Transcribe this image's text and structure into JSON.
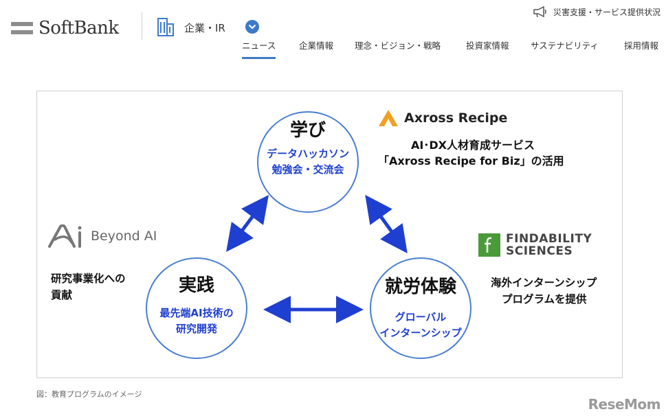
{
  "header": {
    "brand": "SoftBank",
    "section_label": "企業・IR",
    "disaster_link": "災害支援・サービス提供状況"
  },
  "nav": {
    "items": [
      {
        "label": "ニュース",
        "active": true
      },
      {
        "label": "企業情報",
        "active": false
      },
      {
        "label": "理念・ビジョン・戦略",
        "active": false
      },
      {
        "label": "投資家情報",
        "active": false
      },
      {
        "label": "サステナビリティ",
        "active": false
      },
      {
        "label": "採用情報",
        "active": false
      }
    ]
  },
  "figure": {
    "learn": {
      "title": "学び",
      "sub1": "データハッカソン",
      "sub2": "勉強会・交流会"
    },
    "practice": {
      "title": "実践",
      "sub1": "最先端AI技術の",
      "sub2": "研究開発"
    },
    "work": {
      "title": "就労体験",
      "sub1": "グローバル",
      "sub2": "インターンシップ"
    },
    "axross": {
      "brand": "Axross Recipe",
      "line1": "AI･DX人材育成サービス",
      "line2": "「Axross Recipe for Biz」の活用"
    },
    "beyond": {
      "brand": "Beyond AI",
      "line1": "研究事業化への",
      "line2": "貢献"
    },
    "findability": {
      "brand1": "FINDABILITY",
      "brand2": "SCIENCES",
      "line1": "海外インターンシップ",
      "line2": "プログラムを提供"
    }
  },
  "caption": "図：教育プログラムのイメージ",
  "watermark": "ReseMom",
  "colors": {
    "accent": "#3d79c9",
    "figure_blue": "#1f3fd0",
    "axross_orange": "#f0a020",
    "findability_green": "#4a9a3a"
  }
}
